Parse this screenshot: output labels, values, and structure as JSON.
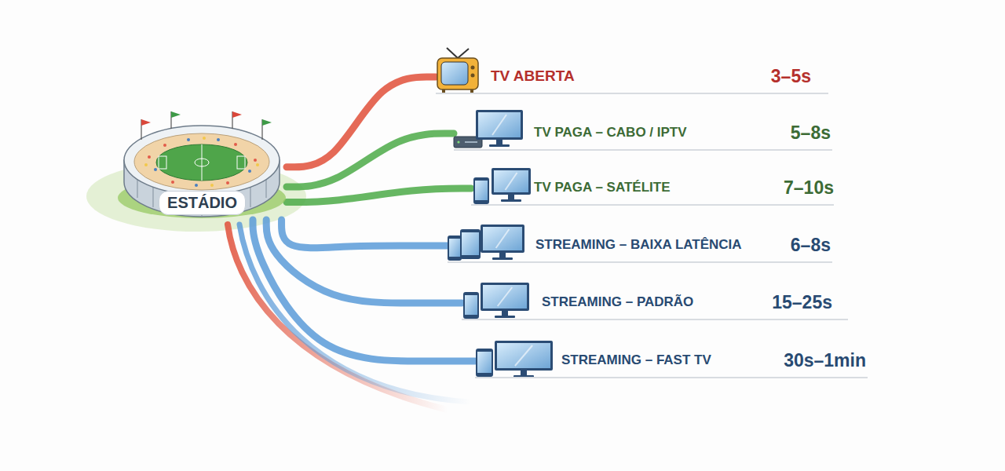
{
  "diagram": {
    "nodes": [
      {
        "text": [
          "ESTÁDIO"
        ]
      },
      {
        "text": [
          "TV ABERTA",
          "3–5s"
        ]
      },
      {
        "text": [
          "TV PAGA – CABO / IPTV",
          "5–8s"
        ]
      },
      {
        "text": [
          "TV PAGA – SATÉLITE",
          "7–10s"
        ]
      },
      {
        "text": [
          "STREAMING – BAIXA LATÊNCIA",
          "6–8s"
        ]
      },
      {
        "text": [
          "STREAMING – PADRÃO",
          "15–25s"
        ]
      },
      {
        "text": [
          "STREAMING – FAST TV",
          "30s–1min"
        ]
      }
    ],
    "edges": [
      {
        "from": 0,
        "to": 1,
        "arrow": "none"
      },
      {
        "from": 0,
        "to": 2,
        "arrow": "none"
      },
      {
        "from": 0,
        "to": 3,
        "arrow": "none"
      },
      {
        "from": 0,
        "to": 4,
        "arrow": "none"
      },
      {
        "from": 0,
        "to": 5,
        "arrow": "none"
      },
      {
        "from": 0,
        "to": 6,
        "arrow": "none"
      }
    ]
  }
}
